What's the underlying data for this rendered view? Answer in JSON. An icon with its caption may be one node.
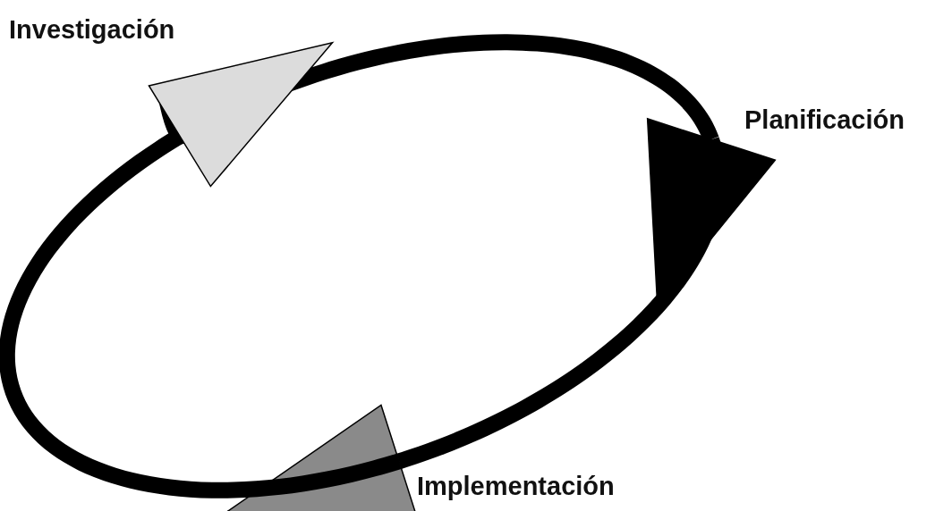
{
  "diagram": {
    "nodes": [
      {
        "text": [
          "Investigación"
        ]
      },
      {
        "text": [
          "Planificación"
        ]
      },
      {
        "text": [
          "Implementación"
        ]
      }
    ],
    "edges": [
      {
        "from": 0,
        "to": 1,
        "arrow": "to"
      },
      {
        "from": 1,
        "to": 2,
        "arrow": "to"
      },
      {
        "from": 2,
        "to": 0,
        "arrow": "to"
      }
    ]
  }
}
